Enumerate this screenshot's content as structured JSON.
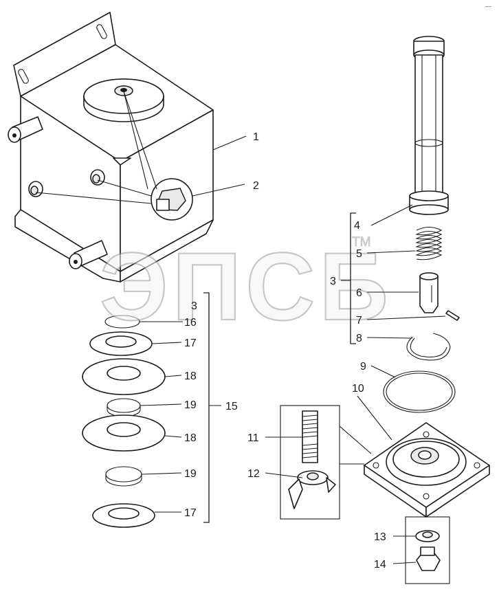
{
  "diagram": {
    "callouts": {
      "c1": "1",
      "c2": "2",
      "c3a": "3",
      "c3b": "3",
      "c4": "4",
      "c5": "5",
      "c6": "6",
      "c7": "7",
      "c8": "8",
      "c9": "9",
      "c10": "10",
      "c11": "11",
      "c12": "12",
      "c13": "13",
      "c14": "14",
      "c15": "15",
      "c16": "16",
      "c17a": "17",
      "c17b": "17",
      "c18a": "18",
      "c18b": "18",
      "c19a": "19",
      "c19b": "19"
    },
    "watermark": {
      "text": "ЭПСБ",
      "tm": "TM"
    },
    "corner_mark": "—"
  }
}
